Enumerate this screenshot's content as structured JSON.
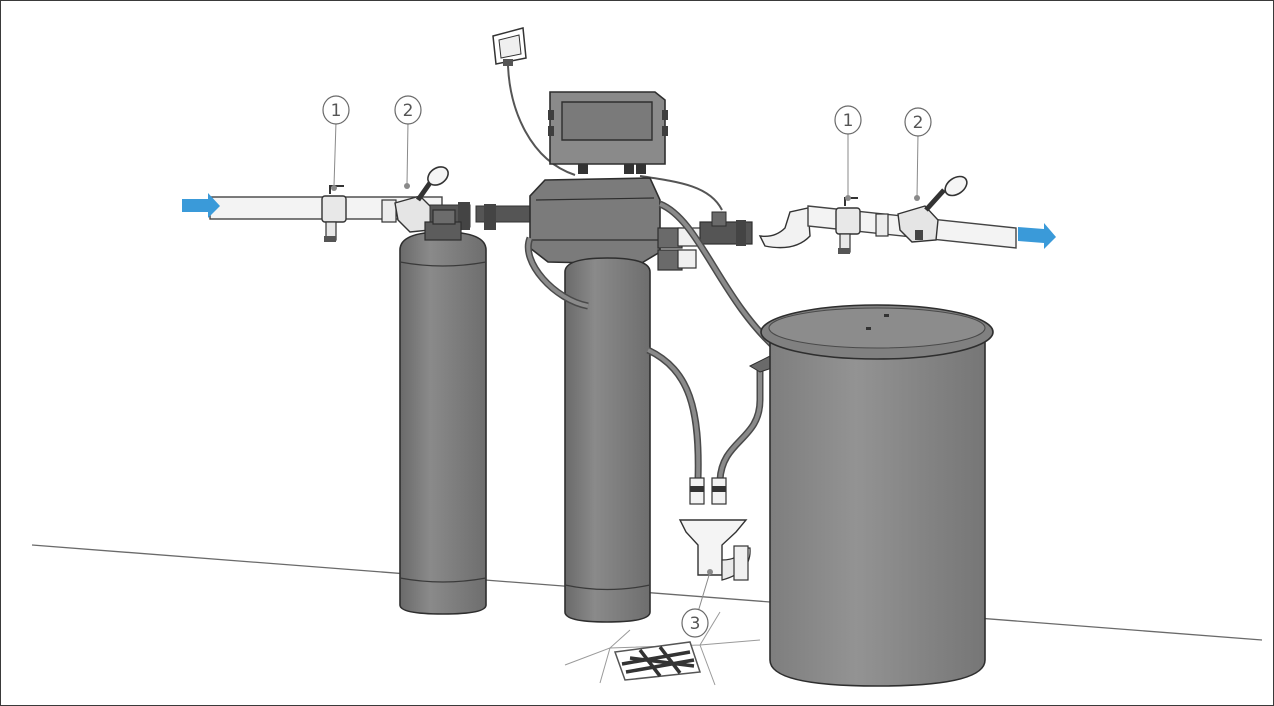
{
  "callouts": {
    "left_shutoff": "1",
    "left_filter": "2",
    "right_shutoff": "1",
    "right_filter": "2",
    "drain": "3"
  },
  "colors": {
    "flow_arrow": "#3a9ad9",
    "tank": "#7a7a7a",
    "tank_dark": "#5e5e5e",
    "pipe": "#e6e6e6",
    "outline": "#2e2e2e"
  },
  "icons": {
    "inlet": "flow-arrow-icon",
    "outlet": "flow-arrow-icon",
    "power": "power-socket-icon",
    "drain": "floor-drain-icon"
  }
}
